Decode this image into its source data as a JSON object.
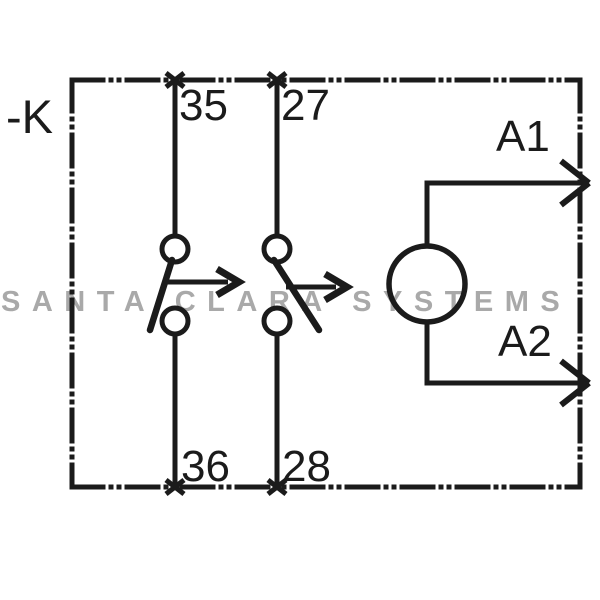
{
  "page": {
    "background_color": "#ffffff"
  },
  "watermark": {
    "text": "SANTA CLARA SYSTEMS",
    "color": "#a9a9a9"
  },
  "schematic": {
    "stroke_color": "#1b1b1b",
    "device_label": "-K",
    "contacts": [
      {
        "id": "contact-1",
        "top_terminal": "35",
        "bottom_terminal": "36"
      },
      {
        "id": "contact-2",
        "top_terminal": "27",
        "bottom_terminal": "28"
      }
    ],
    "coil": {
      "top_terminal": "A1",
      "bottom_terminal": "A2"
    }
  }
}
